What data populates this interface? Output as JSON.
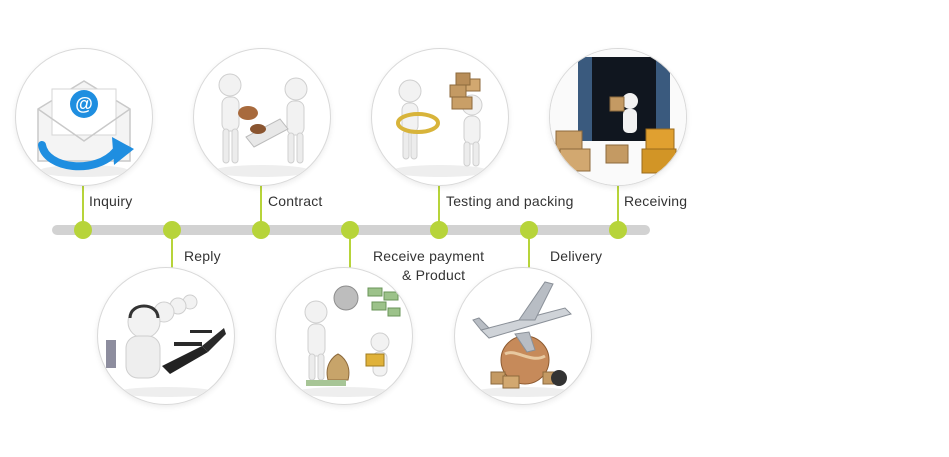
{
  "steps": {
    "inquiry": {
      "label": "Inquiry",
      "icon": "email-envelope-icon"
    },
    "reply": {
      "label": "Reply",
      "icon": "call-center-agents-icon"
    },
    "contract": {
      "label": "Contract",
      "icon": "handshake-signing-icon"
    },
    "receive_payment": {
      "label_line1": "Receive payment",
      "label_line2": "& Product",
      "icon": "payment-money-icon"
    },
    "testing_packing": {
      "label": "Testing and packing",
      "icon": "boxes-packing-icon"
    },
    "delivery": {
      "label": "Delivery",
      "icon": "airplane-globe-icon"
    },
    "receiving": {
      "label": "Receiving",
      "icon": "shipping-container-icon"
    }
  },
  "colors": {
    "accent_green": "#b7d43a",
    "timeline_gray": "#d2d2d2",
    "text": "#333333",
    "email_blue": "#1f8ee0"
  }
}
